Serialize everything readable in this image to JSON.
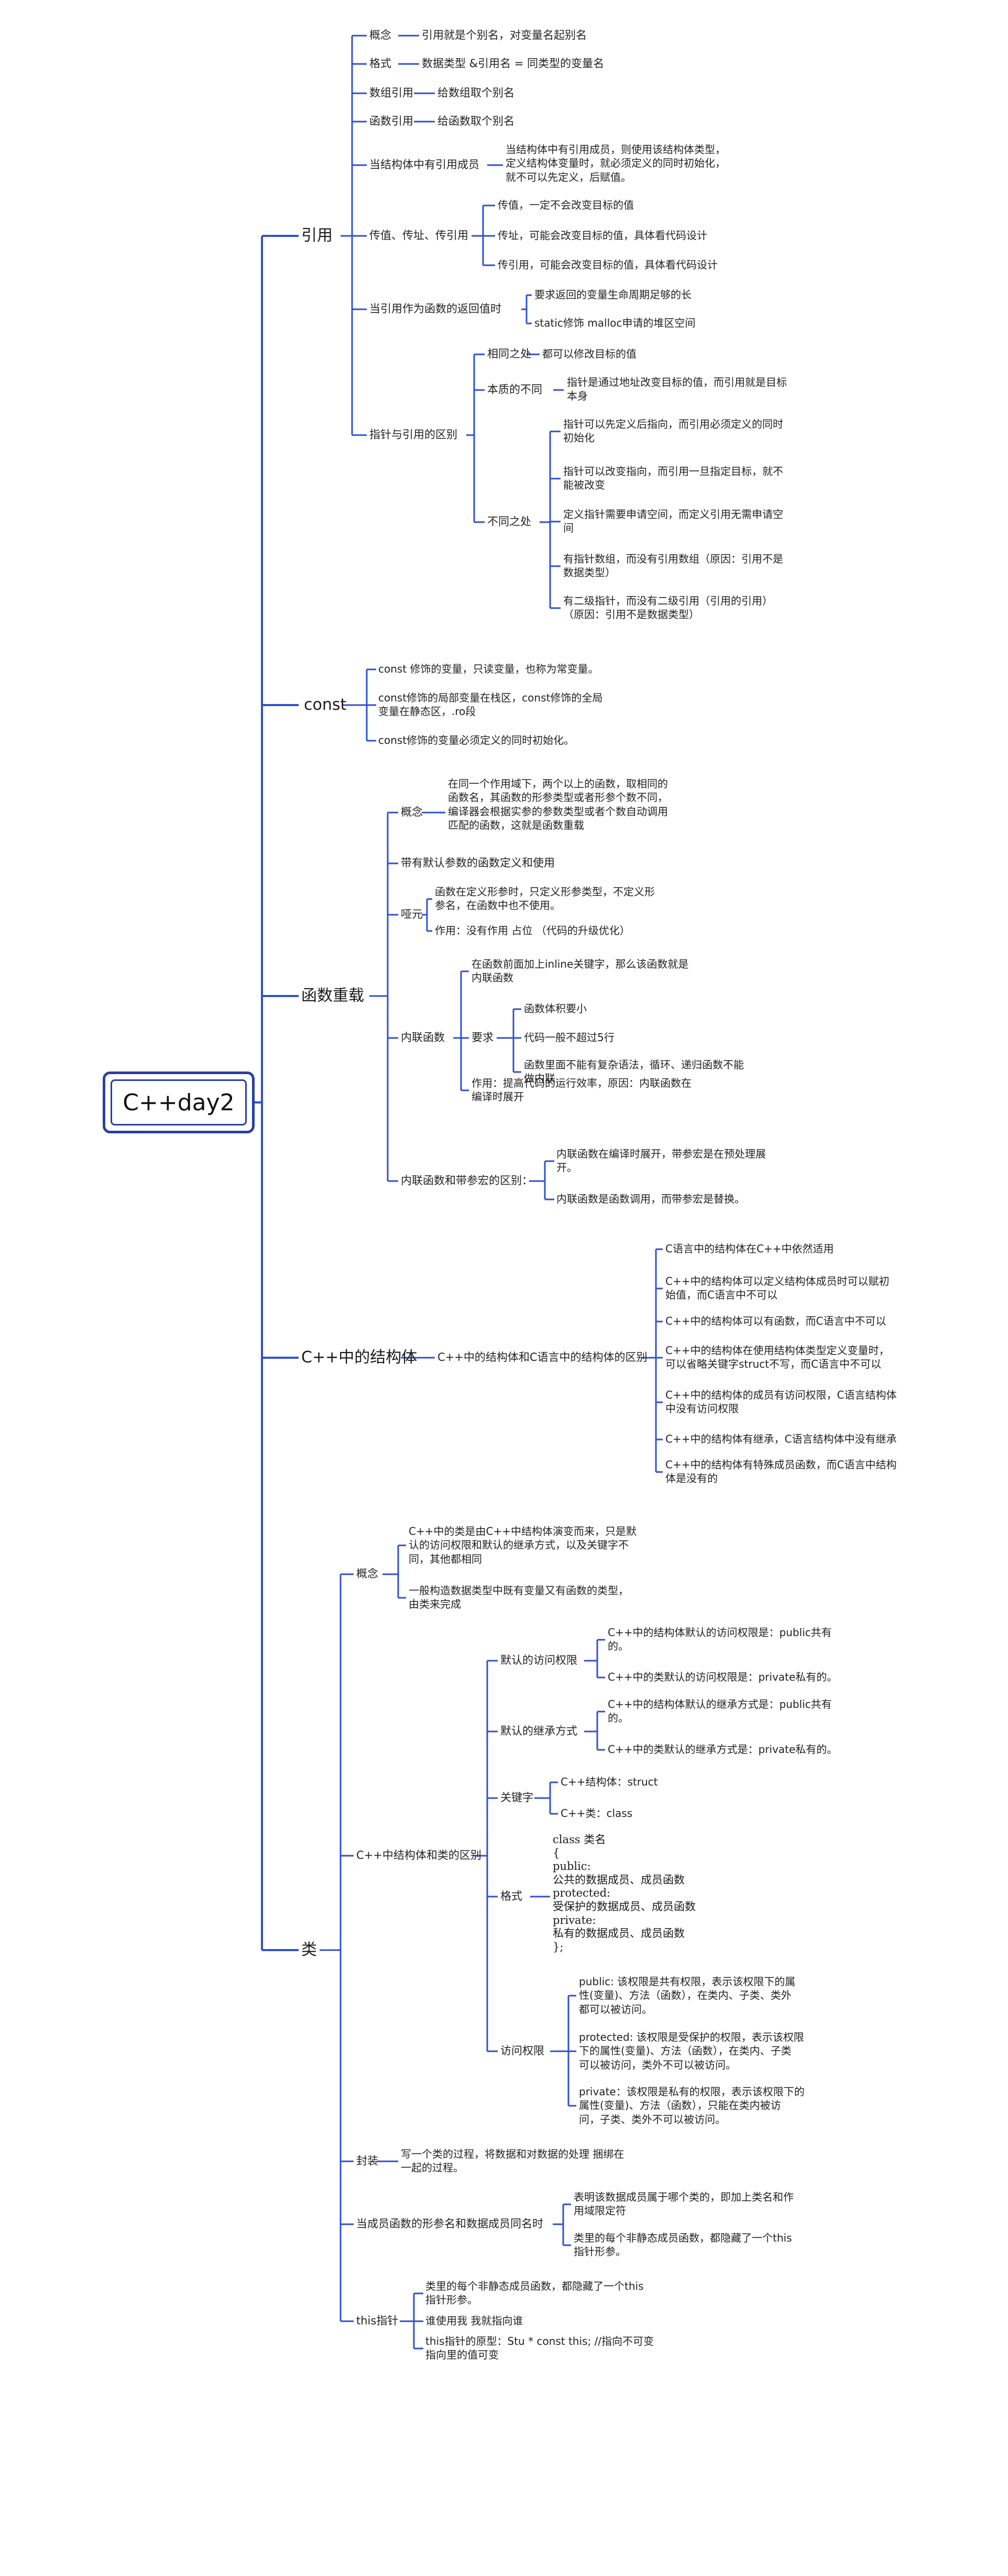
{
  "root": "C++day2",
  "branches": {
    "ref": {
      "label": "引用",
      "concept": {
        "label": "概念",
        "text": "引用就是个别名，对变量名起别名"
      },
      "format": {
        "label": "格式",
        "text": "数据类型 &引用名 = 同类型的变量名"
      },
      "arr_ref": {
        "label": "数组引用",
        "text": "给数组取个别名"
      },
      "fn_ref": {
        "label": "函数引用",
        "text": "给函数取个别名"
      },
      "struct_ref": {
        "label": "当结构体中有引用成员",
        "text": "当结构体中有引用成员，则使用该结构体类型，\n定义结构体变量时，就必须定义的同时初始化，\n就不可以先定义，后赋值。"
      },
      "pass": {
        "label": "传值、传址、传引用",
        "items": [
          "传值，一定不会改变目标的值",
          "传址，可能会改变目标的值，具体看代码设计",
          "传引用，可能会改变目标的值，具体看代码设计"
        ]
      },
      "ret": {
        "label": "当引用作为函数的返回值时",
        "items": [
          "要求返回的变量生命周期足够的长",
          "static修饰  malloc申请的堆区空间"
        ]
      },
      "diff": {
        "label": "指针与引用的区别",
        "same_label": "相同之处",
        "same_text": "都可以修改目标的值",
        "essence_label": "本质的不同",
        "essence_text": "指针是通过地址改变目标的值，而引用就是目标\n本身",
        "differ_label": "不同之处",
        "differ_items": [
          "指针可以先定义后指向，而引用必须定义的同时\n初始化",
          "指针可以改变指向，而引用一旦指定目标，就不\n能被改变",
          "定义指针需要申请空间，而定义引用无需申请空\n间",
          "有指针数组，而没有引用数组（原因：引用不是\n数据类型）",
          "有二级指针，而没有二级引用（引用的引用）\n（原因：引用不是数据类型）"
        ]
      }
    },
    "const": {
      "label": "const",
      "items": [
        "const 修饰的变量，只读变量，也称为常变量。",
        "const修饰的局部变量在栈区，const修饰的全局\n变量在静态区，.ro段",
        "const修饰的变量必须定义的同时初始化。"
      ]
    },
    "overload": {
      "label": "函数重载",
      "concept_label": "概念",
      "concept_text": "在同一个作用域下，两个以上的函数，取相同的\n函数名，其函数的形参类型或者形参个数不同，\n编译器会根据实参的参数类型或者个数自动调用\n匹配的函数，这就是函数重载",
      "default_args": "带有默认参数的函数定义和使用",
      "dummy_label": "哑元",
      "dummy_items": [
        "函数在定义形参时，只定义形参类型，不定义形\n参名，在函数中也不使用。",
        "作用：没有作用  占位    （代码的升级优化）"
      ],
      "inline_label": "内联函数",
      "inline_def": "在函数前面加上inline关键字，那么该函数就是\n内联函数",
      "inline_req_label": "要求",
      "inline_req_items": [
        "函数体积要小",
        "代码一般不超过5行",
        "函数里面不能有复杂语法，循环、递归函数不能\n做内联"
      ],
      "inline_effect": "作用：提高代码的运行效率，原因：内联函数在\n编译时展开",
      "macro_label": "内联函数和带参宏的区别：",
      "macro_items": [
        "内联函数在编译时展开，带参宏是在预处理展\n开。",
        "内联函数是函数调用，而带参宏是替换。"
      ]
    },
    "cstruct": {
      "label": "C++中的结构体",
      "sub_label": "C++中的结构体和C语言中的结构体的区别",
      "items": [
        "C语言中的结构体在C++中依然适用",
        "C++中的结构体可以定义结构体成员时可以赋初\n始值，而C语言中不可以",
        "C++中的结构体可以有函数，而C语言中不可以",
        "C++中的结构体在使用结构体类型定义变量时，\n可以省略关键字struct不写，而C语言中不可以",
        "C++中的结构体的成员有访问权限，C语言结构体\n中没有访问权限",
        "C++中的结构体有继承，C语言结构体中没有继承",
        "C++中的结构体有特殊成员函数，而C语言中结构\n体是没有的"
      ]
    },
    "class": {
      "label": "类",
      "concept_label": "概念",
      "concept_items": [
        "C++中的类是由C++中结构体演变而来，只是默\n认的访问权限和默认的继承方式，以及关键字不\n同，其他都相同",
        "一般构造数据类型中既有变量又有函数的类型，\n由类来完成"
      ],
      "diff_label": "C++中结构体和类的区别",
      "access_default_label": "默认的访问权限",
      "access_default_items": [
        "C++中的结构体默认的访问权限是：public共有\n的。",
        "C++中的类默认的访问权限是：private私有的。"
      ],
      "inherit_label": "默认的继承方式",
      "inherit_items": [
        "C++中的结构体默认的继承方式是：public共有\n的。",
        "C++中的类默认的继承方式是：private私有的。"
      ],
      "keyword_label": "关键字",
      "keyword_items": [
        "C++结构体：struct",
        "C++类：class"
      ],
      "format_label": "格式",
      "format_text": "class 类名\n{\n    public:\n        公共的数据成员、成员函数\n    protected:\n        受保护的数据成员、成员函数\n    private:\n        私有的数据成员、成员函数\n};",
      "access_label": "访问权限",
      "access_items": [
        "public: 该权限是共有权限，表示该权限下的属\n性(变量)、方法（函数），在类内、子类、类外\n都可以被访问。",
        "protected: 该权限是受保护的权限，表示该权限\n下的属性(变量)、方法（函数），在类内、子类\n可以被访问，类外不可以被访问。",
        "private：该权限是私有的权限，表示该权限下的\n属性(变量)、方法（函数），只能在类内被访\n问，子类、类外不可以被访问。"
      ],
      "encap_label": "封装",
      "encap_text": "写一个类的过程，将数据和对数据的处理 捆绑在\n一起的过程。",
      "same_name_label": "当成员函数的形参名和数据成员同名时",
      "same_name_items": [
        "表明该数据成员属于哪个类的，即加上类名和作\n用域限定符",
        "类里的每个非静态成员函数，都隐藏了一个this\n指针形参。"
      ],
      "this_label": "this指针",
      "this_items": [
        "类里的每个非静态成员函数，都隐藏了一个this\n指针形参。",
        "谁使用我  我就指向谁",
        "this指针的原型：Stu * const this; //指向不可变\n指向里的值可变"
      ]
    }
  }
}
